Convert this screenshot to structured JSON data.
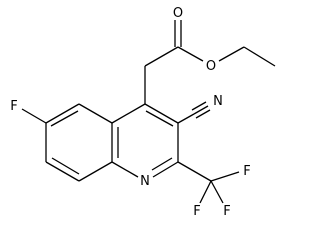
{
  "structure": {
    "atoms": {
      "O_carbonyl": "O",
      "O_ester": "O",
      "N_nitrile": "N",
      "N_ring": "N",
      "F_ring": "F",
      "F_cf3_top": "F",
      "F_cf3_left": "F",
      "F_cf3_right": "F"
    }
  }
}
